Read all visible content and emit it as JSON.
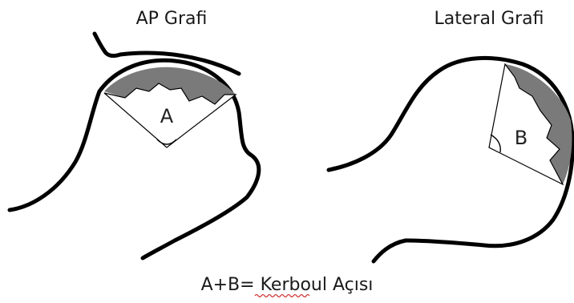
{
  "figure": {
    "ap_title": "AP Grafi",
    "lateral_title": "Lateral Grafi",
    "angle_a_label": "A",
    "angle_b_label": "B",
    "formula_prefix": "A+B= ",
    "formula_term": "Kerboul",
    "formula_suffix": " Açısı"
  },
  "colors": {
    "outline": "#000000",
    "lesion_fill": "#7a7a7a",
    "spellcheck_underline": "#d03030"
  }
}
